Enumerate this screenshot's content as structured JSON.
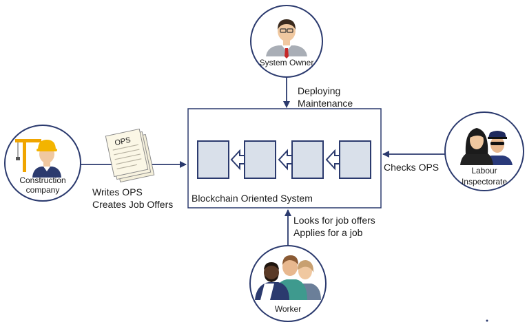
{
  "colors": {
    "navy": "#2b3a6e",
    "block_fill": "#d9e0ea",
    "text": "#1a1a1a",
    "skin": "#f0c8a0",
    "helmet": "#f3b400",
    "crane": "#f0a500"
  },
  "icons": {
    "owner": "businessman-icon",
    "company": "construction-worker-crane-icon",
    "inspectorate": "woman-and-police-officer-icon",
    "worker": "group-of-workers-icon",
    "document": "document-stack-icon"
  },
  "actors": {
    "system_owner": "System Owner",
    "company_line1": "Construction",
    "company_line2": "company",
    "inspect_line1": "Labour",
    "inspect_line2": "Inspectorate",
    "worker": "Worker"
  },
  "system": {
    "label": "Blockchain Oriented System",
    "block_count": 4
  },
  "document": {
    "label": "OPS"
  },
  "edges": {
    "owner_line1": "Deploying",
    "owner_line2": "Maintenance",
    "company_line1": "Writes OPS",
    "company_line2": "Creates Job Offers",
    "inspect_label": "Checks OPS",
    "worker_line1": "Looks for job offers",
    "worker_line2": "Applies for a job"
  }
}
